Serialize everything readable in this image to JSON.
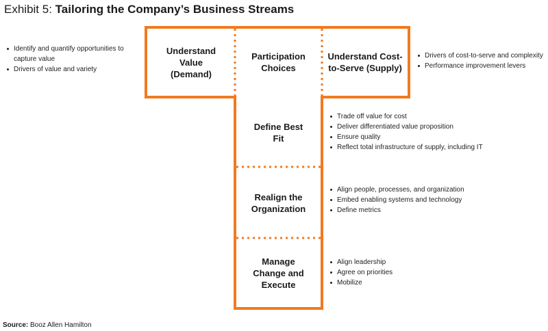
{
  "header": {
    "exhibit": "Exhibit 5:",
    "title": "Tailoring the Company’s Business Streams"
  },
  "colors": {
    "accent": "#f07a22",
    "text": "#1a1a1a"
  },
  "boxes": {
    "demand": "Understand Value (Demand)",
    "participation": "Participation Choices",
    "supply": "Understand Cost-to-Serve (Supply)",
    "best_fit": "Define Best Fit",
    "realign": "Realign the Organization",
    "manage": "Manage Change and Execute"
  },
  "bullets": {
    "demand": [
      "Identify and quantify opportunities to capture value",
      "Drivers of value and variety"
    ],
    "supply": [
      "Drivers of cost-to-serve and complexity",
      "Performance improvement levers"
    ],
    "best_fit": [
      "Trade off value for cost",
      "Deliver differentiated value proposition",
      "Ensure quality",
      "Reflect total infrastructure of supply, including IT"
    ],
    "realign": [
      "Align people, processes, and organization",
      "Embed enabling systems and technology",
      "Define metrics"
    ],
    "manage": [
      "Align leadership",
      "Agree on priorities",
      "Mobilize"
    ]
  },
  "footer": {
    "source_label": "Source:",
    "source_text": "Booz Allen Hamilton"
  }
}
